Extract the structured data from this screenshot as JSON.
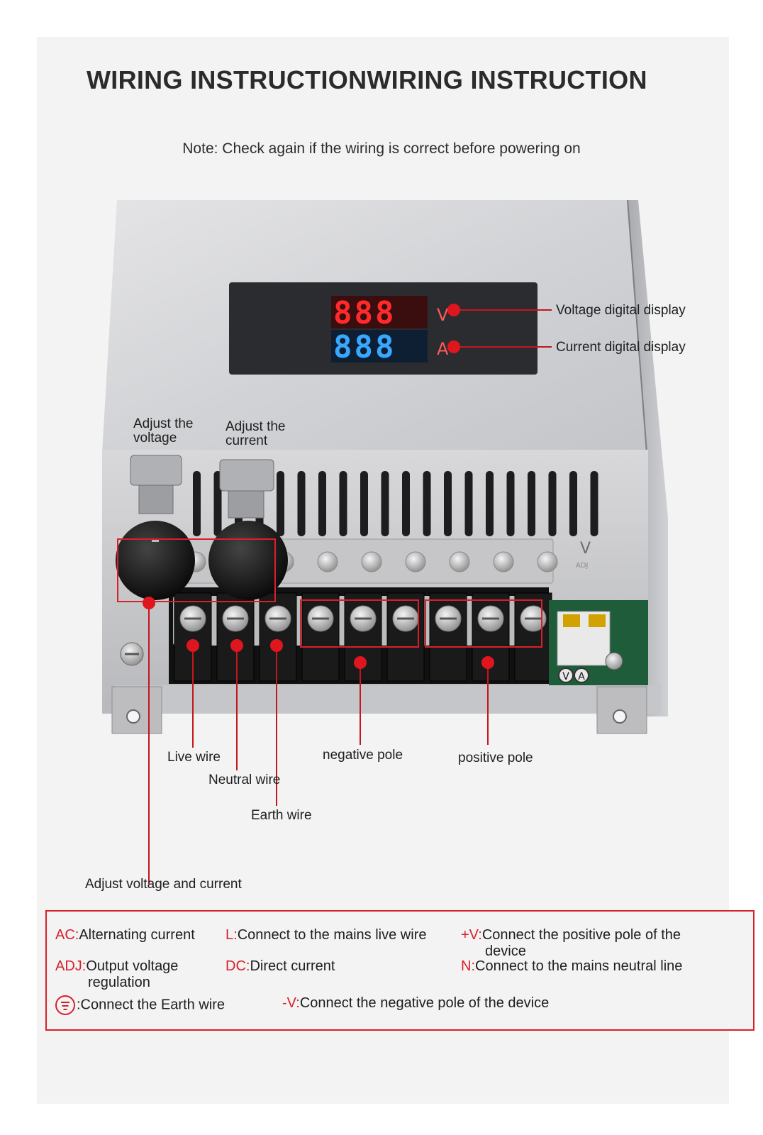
{
  "title": "WIRING INSTRUCTIONWIRING INSTRUCTION",
  "note": "Note: Check again if the wiring is correct before powering on",
  "display": {
    "voltage_digits": "888",
    "voltage_unit": "V",
    "current_digits": "888",
    "current_unit": "A"
  },
  "terminal_marks": {
    "v_adj": "V",
    "v_adj_sub": "ADJ",
    "va_switch": [
      "V",
      "A"
    ]
  },
  "labels": {
    "voltage_display": "Voltage digital display",
    "current_display": "Current digital display",
    "adjust_voltage": "Adjust the\nvoltage",
    "adjust_current": "Adjust the\ncurrent",
    "live_wire": "Live wire",
    "neutral_wire": "Neutral wire",
    "earth_wire": "Earth wire",
    "negative_pole": "negative pole",
    "positive_pole": "positive pole",
    "adjust_both": "Adjust voltage and current"
  },
  "legend": {
    "ac": {
      "key": "AC:",
      "text": "Alternating current"
    },
    "l": {
      "key": "L:",
      "text": "Connect to the mains live wire"
    },
    "pv": {
      "key": "+V:",
      "text": "Connect the positive pole of the",
      "text2": "device"
    },
    "adj": {
      "key": "ADJ:",
      "text": "Output voltage",
      "text2": "regulation"
    },
    "dc": {
      "key": "DC:",
      "text": "Direct current"
    },
    "n": {
      "key": "N:",
      "text": "Connect to the mains neutral line"
    },
    "earth": {
      "icon": "earth-ground-icon",
      "text": ":Connect the Earth wire"
    },
    "nv": {
      "key": "-V:",
      "text": "Connect the negative pole of the device"
    }
  },
  "colors": {
    "accent_red": "#d8202a",
    "voltage_led": "#ff2b2b",
    "current_led": "#38a8ff"
  }
}
